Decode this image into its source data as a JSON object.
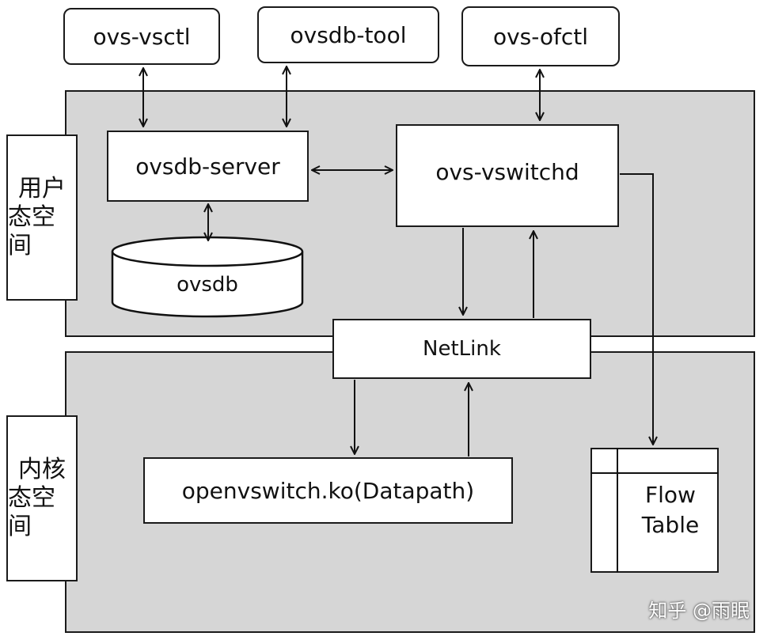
{
  "tools": {
    "vsctl": "ovs-vsctl",
    "dbtool": "ovsdb-tool",
    "ofctl": "ovs-ofctl"
  },
  "user_space": {
    "label_chars": [
      "用户",
      "态空间"
    ],
    "server": "ovsdb-server",
    "vswitchd": "ovs-vswitchd",
    "db": "ovsdb"
  },
  "netlink": "NetLink",
  "kernel_space": {
    "label_chars": [
      "内核",
      "态空间"
    ],
    "datapath": "openvswitch.ko(Datapath)",
    "flow_table": [
      "Flow",
      "Table"
    ]
  },
  "watermark": "知乎 @雨眠"
}
